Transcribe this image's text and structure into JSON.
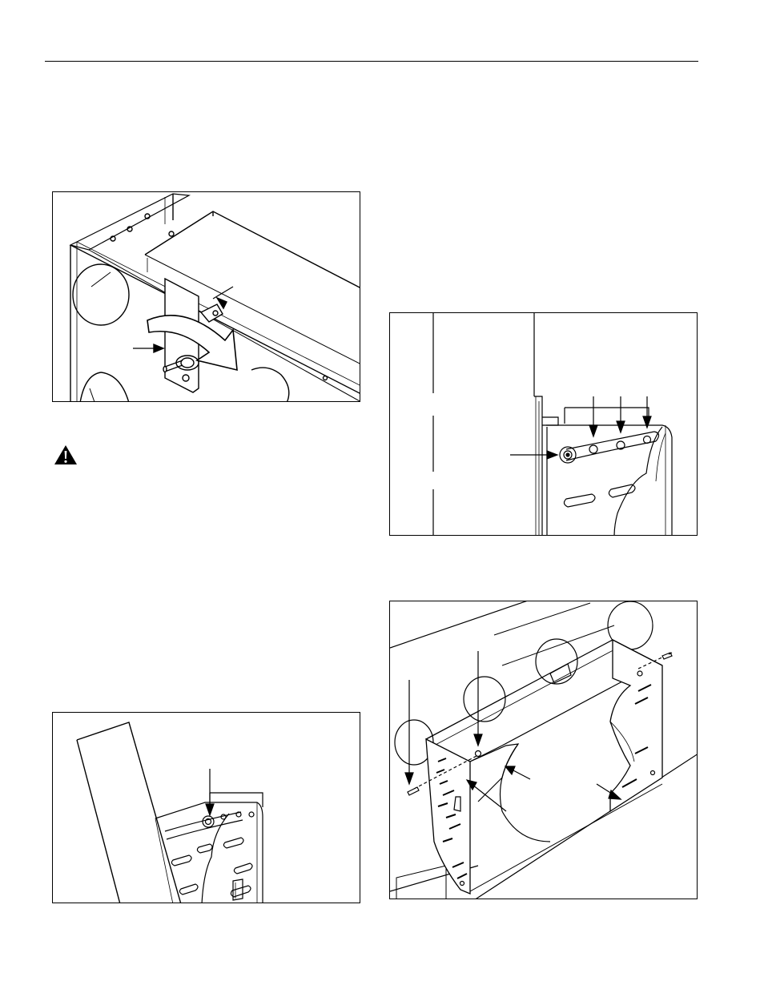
{
  "page": {
    "header_rule": true,
    "figures": [
      {
        "id": "fig-a",
        "subject": "bracket-rotate-illustration"
      },
      {
        "id": "fig-b",
        "subject": "slot-alignment-illustration"
      },
      {
        "id": "fig-c",
        "subject": "tilted-panel-illustration"
      },
      {
        "id": "fig-d",
        "subject": "bracket-mount-illustration"
      }
    ],
    "warning_icon": "warning-triangle-icon",
    "colors": {
      "ink": "#000000",
      "paper": "#ffffff"
    }
  }
}
